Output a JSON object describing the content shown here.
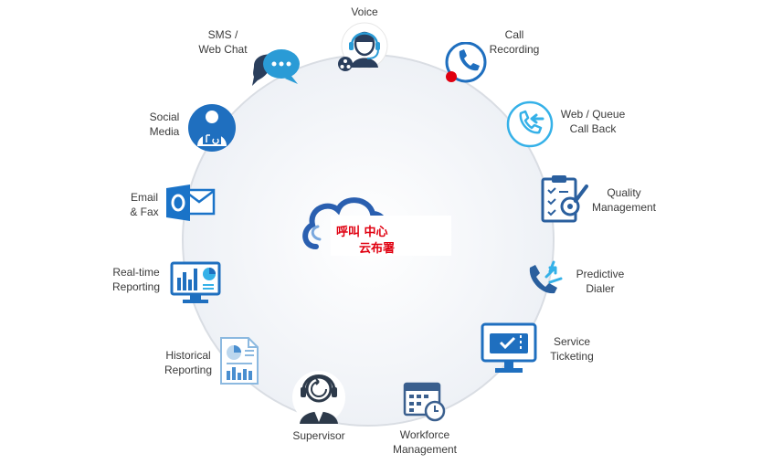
{
  "center": {
    "line1": "呼叫 中心",
    "line2": "云布署"
  },
  "features": {
    "voice": {
      "l1": "Voice",
      "icon": "agent-headset-icon"
    },
    "call_recording": {
      "l1": "Call",
      "l2": "Recording",
      "icon": "phone-recording-icon"
    },
    "web_queue": {
      "l1": "Web / Queue",
      "l2": "Call Back",
      "icon": "phone-callback-icon"
    },
    "quality": {
      "l1": "Quality",
      "l2": "Management",
      "icon": "clipboard-gear-icon"
    },
    "predictive": {
      "l1": "Predictive",
      "l2": "Dialer",
      "icon": "phone-outgoing-icon"
    },
    "service": {
      "l1": "Service",
      "l2": "Ticketing",
      "icon": "monitor-ticket-icon"
    },
    "workforce": {
      "l1": "Workforce",
      "l2": "Management",
      "icon": "calendar-clock-icon"
    },
    "supervisor": {
      "l1": "Supervisor",
      "icon": "supervisor-headset-icon"
    },
    "historical": {
      "l1": "Historical",
      "l2": "Reporting",
      "icon": "report-document-icon"
    },
    "realtime": {
      "l1": "Real-time",
      "l2": "Reporting",
      "icon": "monitor-chart-icon"
    },
    "email": {
      "l1": "Email",
      "l2": "& Fax",
      "icon": "outlook-mail-icon"
    },
    "social": {
      "l1": "Social",
      "l2": "Media",
      "icon": "social-person-icon"
    },
    "sms": {
      "l1": "SMS /",
      "l2": "Web Chat",
      "icon": "chat-bubbles-icon"
    }
  },
  "colors": {
    "blue": "#2a6db5",
    "light_blue": "#3aa6e0",
    "red": "#e00010",
    "ring": "#d9dde3",
    "dark": "#2d3a4a"
  }
}
